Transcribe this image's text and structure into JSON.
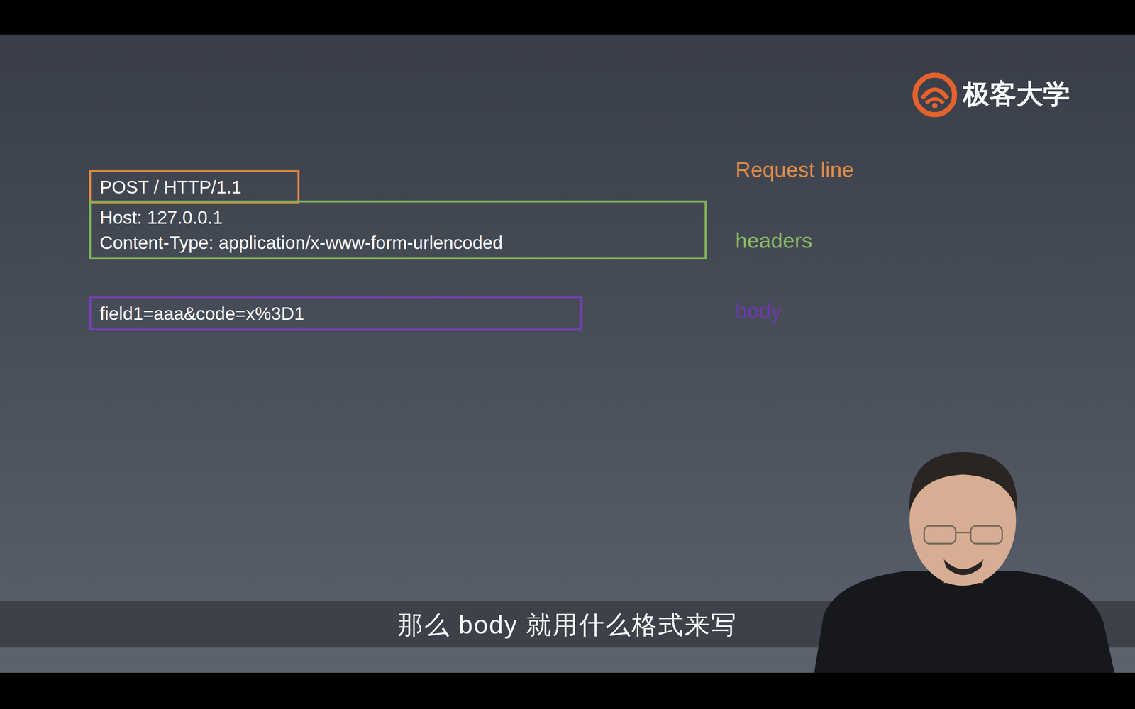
{
  "diagram": {
    "nodes": [
      {
        "text": [
          "POST / HTTP/1.1"
        ]
      },
      {
        "text": [
          "Host: 127.0.0.1",
          "Content-Type: application/x-www-form-urlencoded"
        ]
      },
      {
        "text": [
          "field1=aaa&code=x%3D1"
        ]
      }
    ],
    "labels": [
      "Request line",
      "headers",
      "body",
      "极客大学",
      "那么 body 就用什么格式来写"
    ]
  }
}
